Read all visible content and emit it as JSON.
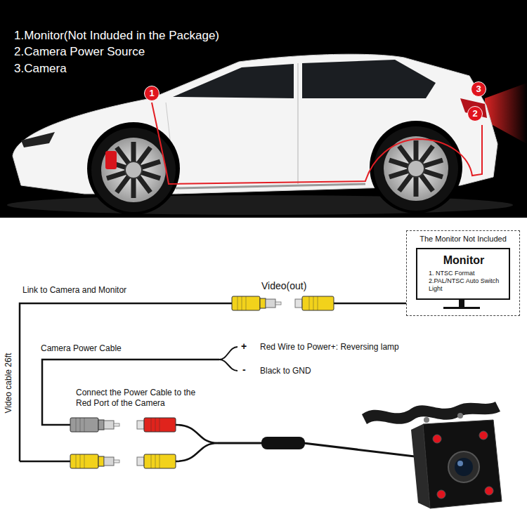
{
  "diagram": {
    "nodes": [
      {
        "text": [
          "The Monitor Not Included"
        ]
      },
      {
        "text": [
          "Monitor",
          "1. NTSC Format",
          "2.PAL/NTSC Auto Switch Light"
        ],
        "in": 0
      }
    ],
    "labels": [
      "1.Monitor(Not Induded in the Package)",
      "2.Camera Power Source",
      "3.Camera",
      "1",
      "3",
      "2",
      "Link to Camera and Monitor",
      "Video(out)",
      "Camera Power Cable",
      "+",
      "Red Wire to Power+: Reversing lamp",
      "-",
      "Black to GND",
      "Connect the Power Cable to the Red Port of the Camera",
      "Video cable 26ft"
    ]
  }
}
